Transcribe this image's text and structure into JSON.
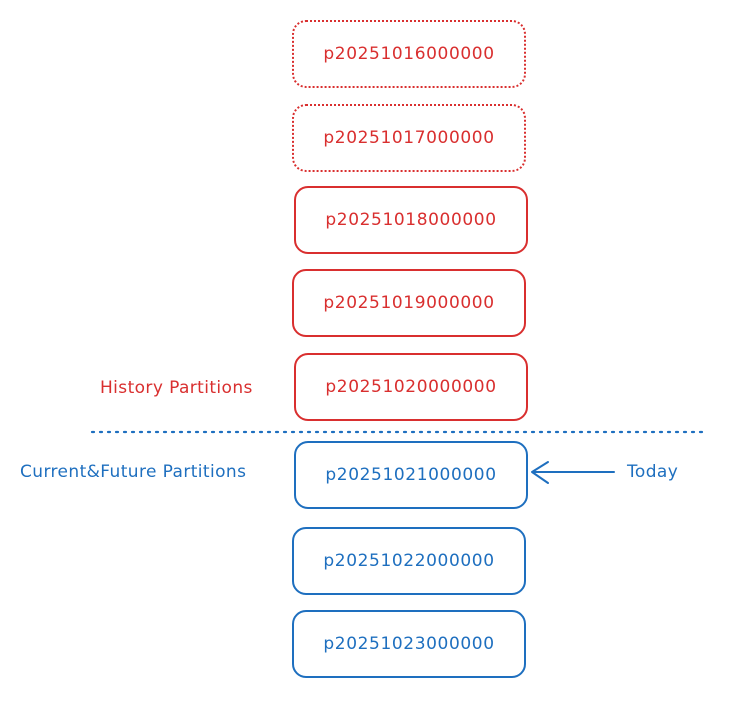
{
  "partitions": [
    {
      "name": "p20251016000000",
      "state": "dropped"
    },
    {
      "name": "p20251017000000",
      "state": "dropped"
    },
    {
      "name": "p20251018000000",
      "state": "history"
    },
    {
      "name": "p20251019000000",
      "state": "history"
    },
    {
      "name": "p20251020000000",
      "state": "history"
    },
    {
      "name": "p20251021000000",
      "state": "current"
    },
    {
      "name": "p20251022000000",
      "state": "current"
    },
    {
      "name": "p20251023000000",
      "state": "current"
    }
  ],
  "labels": {
    "history": "History Partitions",
    "current": "Current&Future Partitions",
    "today": "Today"
  },
  "colors": {
    "history": "#d92f2f",
    "current": "#1e6fbf"
  }
}
